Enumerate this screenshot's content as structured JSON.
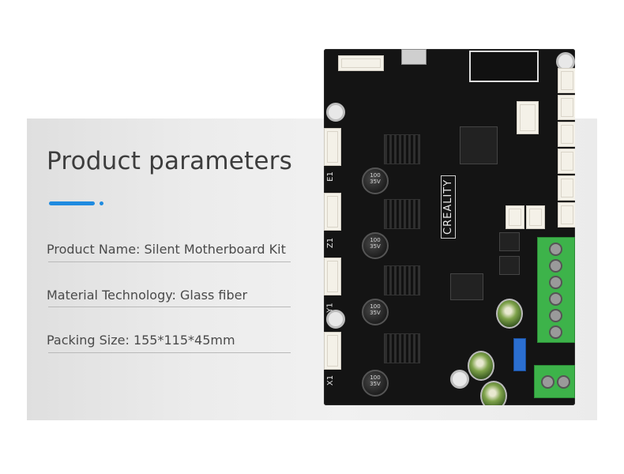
{
  "section": {
    "title": "Product parameters"
  },
  "params": [
    {
      "text": "Product Name: Silent Motherboard Kit"
    },
    {
      "text": "Material Technology: Glass fiber"
    },
    {
      "text": "Packing Size: 155*115*45mm"
    }
  ],
  "board": {
    "brand": "CREALITY",
    "cap_label": "100\n35V",
    "axis_labels": [
      "E1",
      "Z1",
      "Y1",
      "X1"
    ]
  },
  "colors": {
    "accent": "#1f8be0",
    "panel": "#ececec",
    "text": "#3d3d3d"
  }
}
